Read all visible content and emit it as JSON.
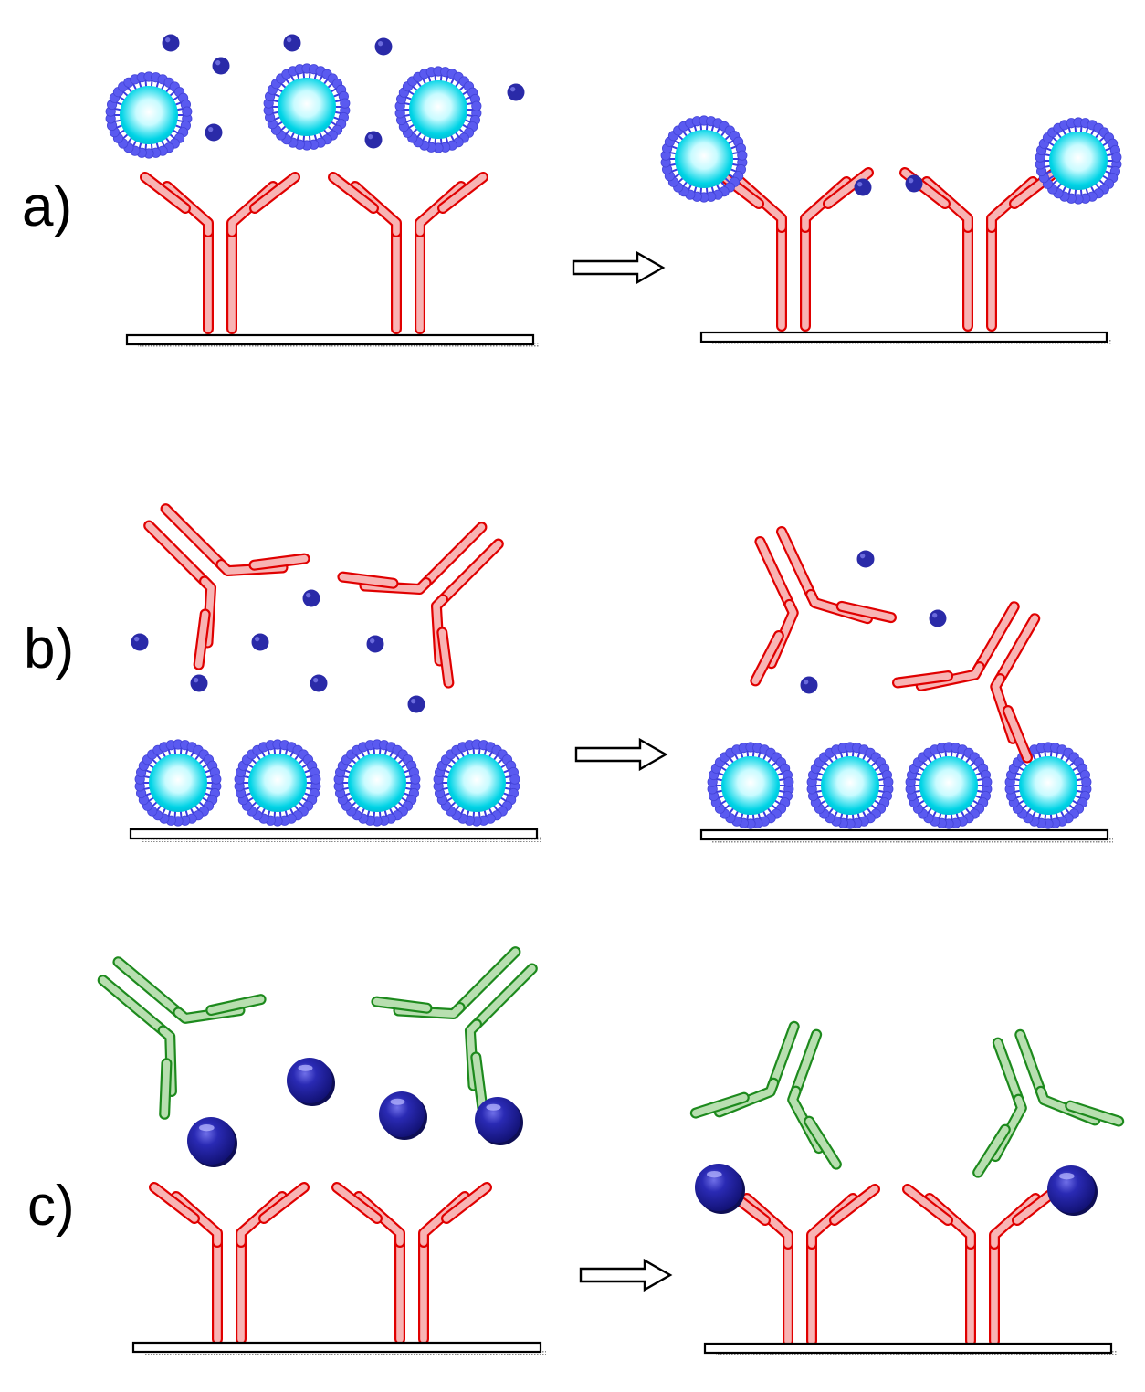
{
  "figure": {
    "panels": [
      {
        "id": "a",
        "label": "a)"
      },
      {
        "id": "b",
        "label": "b)"
      },
      {
        "id": "c",
        "label": "c)"
      }
    ]
  },
  "icons": {
    "liposome": "liposome-icon",
    "small_antigen": "small-antigen-icon",
    "large_antigen": "large-antigen-icon",
    "capture_antibody": "red-antibody-icon",
    "detection_antibody": "green-antibody-icon",
    "substrate": "substrate-plate",
    "arrow": "right-arrow-icon"
  },
  "colors": {
    "red_antibody_stroke": "#e00000",
    "red_antibody_fill": "#f8b4b4",
    "green_antibody_stroke": "#1d8a1d",
    "green_antibody_fill": "#b8dfb0",
    "small_antigen": "#2a2aa8",
    "large_antigen": "#2323a0",
    "liposome_halo": "#5a5af0",
    "liposome_core": "#00d8e8",
    "substrate_stroke": "#000000"
  }
}
